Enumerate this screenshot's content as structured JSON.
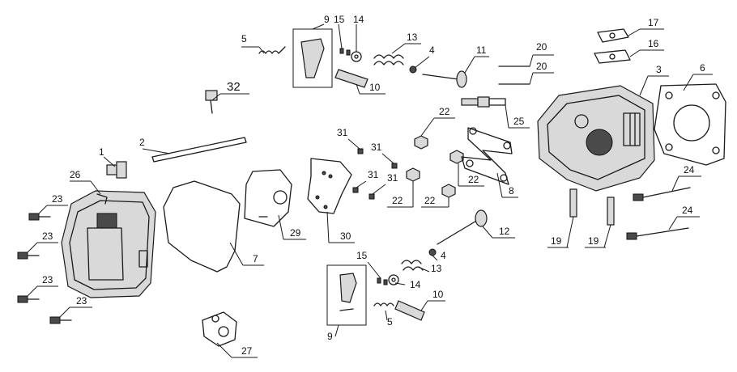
{
  "callouts": {
    "p1": "1",
    "p2": "2",
    "p3": "3",
    "p4a": "4",
    "p4b": "4",
    "p5a": "5",
    "p5b": "5",
    "p6": "6",
    "p7": "7",
    "p8": "8",
    "p9a": "9",
    "p9b": "9",
    "p10a": "10",
    "p10b": "10",
    "p11": "11",
    "p12": "12",
    "p13a": "13",
    "p13b": "13",
    "p14a": "14",
    "p14b": "14",
    "p15a": "15",
    "p15b": "15",
    "p16": "16",
    "p17": "17",
    "p19a": "19",
    "p19b": "19",
    "p20a": "20",
    "p20b": "20",
    "p22a": "22",
    "p22b": "22",
    "p22c": "22",
    "p22d": "22",
    "p23a": "23",
    "p23b": "23",
    "p23c": "23",
    "p23d": "23",
    "p24a": "24",
    "p24b": "24",
    "p25": "25",
    "p26": "26",
    "p27": "27",
    "p29": "29",
    "p30": "30",
    "p31a": "31",
    "p31b": "31",
    "p31c": "31",
    "p31d": "31",
    "p32": "32"
  }
}
